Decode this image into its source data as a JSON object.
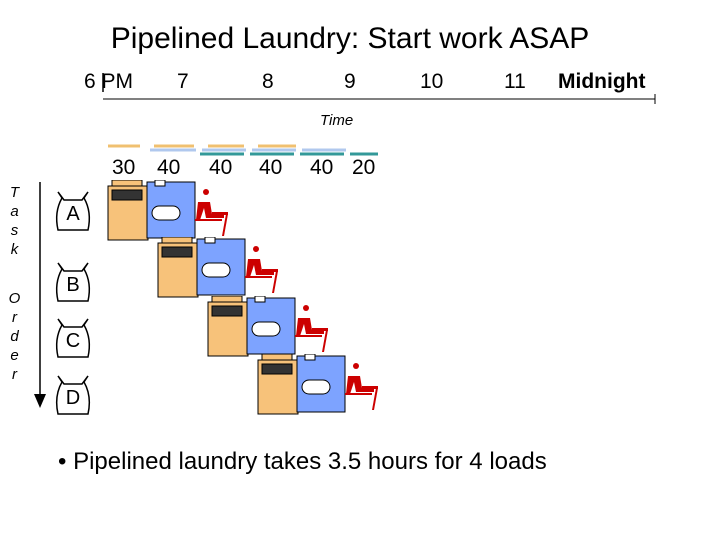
{
  "title": "Pipelined Laundry: Start work ASAP",
  "timeline": {
    "hours": [
      "6 PM",
      "7",
      "8",
      "9",
      "10",
      "11",
      "Midnight"
    ],
    "axis_label": "Time",
    "durations": [
      "30",
      "40",
      "40",
      "40",
      "40",
      "20"
    ],
    "stage_colors": {
      "wash": "#f0c070",
      "dry": "#b0c8ee",
      "fold": "#339999"
    }
  },
  "task_label": "Task",
  "order_label": "Order",
  "loads": [
    "A",
    "B",
    "C",
    "D"
  ],
  "colors": {
    "washer": "#f7c27a",
    "dryer": "#7da3ff",
    "folder": "#cc0000"
  },
  "note": "• Pipelined laundry takes 3.5 hours for 4 loads"
}
